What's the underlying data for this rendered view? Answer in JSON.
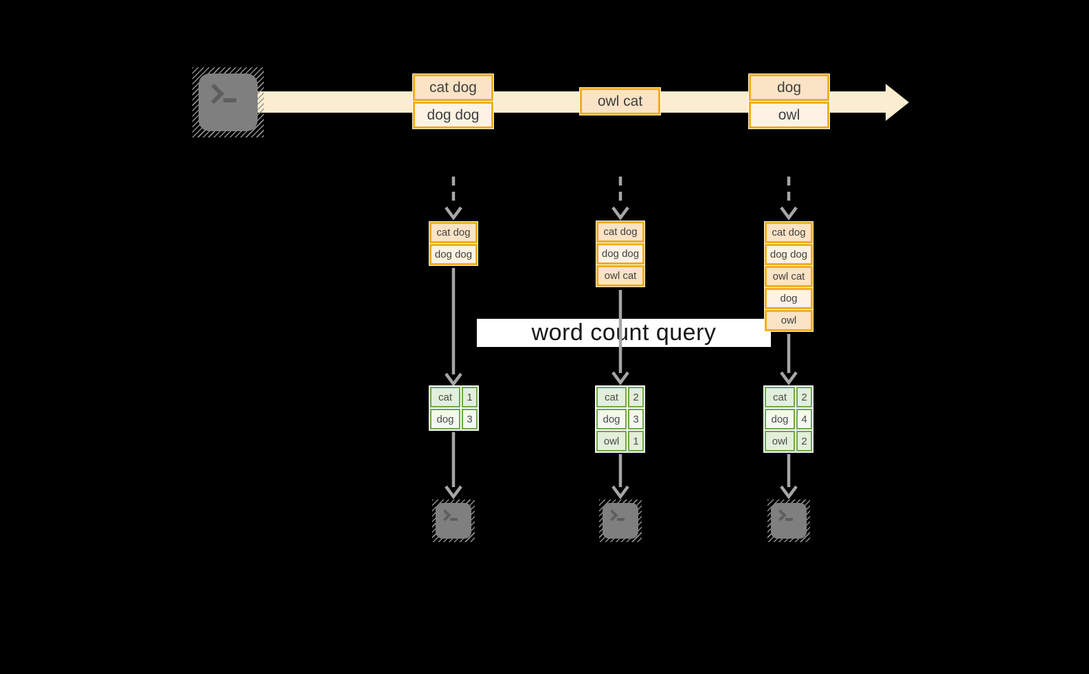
{
  "diagram": {
    "query_label": "word count query",
    "stream_batches": [
      {
        "items": [
          "cat dog",
          "dog dog"
        ]
      },
      {
        "items": [
          "owl cat"
        ]
      },
      {
        "items": [
          "dog",
          "owl"
        ]
      }
    ],
    "columns": [
      {
        "input_rows": [
          "cat dog",
          "dog dog"
        ],
        "counts": [
          {
            "word": "cat",
            "count": "1"
          },
          {
            "word": "dog",
            "count": "3"
          }
        ]
      },
      {
        "input_rows": [
          "cat dog",
          "dog dog",
          "owl cat"
        ],
        "counts": [
          {
            "word": "cat",
            "count": "2"
          },
          {
            "word": "dog",
            "count": "3"
          },
          {
            "word": "owl",
            "count": "1"
          }
        ]
      },
      {
        "input_rows": [
          "cat dog",
          "dog dog",
          "owl cat",
          "dog",
          "owl"
        ],
        "counts": [
          {
            "word": "cat",
            "count": "2"
          },
          {
            "word": "dog",
            "count": "4"
          },
          {
            "word": "owl",
            "count": "2"
          }
        ]
      }
    ],
    "colors": {
      "background": "#000000",
      "timeline_fill": "#FBEED0",
      "box_border": "#EFAE1D",
      "box_fill_dark": "#FBE3C5",
      "box_fill_light": "#FDF2E4",
      "table_border": "#6CA844",
      "table_fill_dark": "#E2EFD9",
      "table_fill_light": "#F3F9EE",
      "arrow_gray": "#A6A6A6",
      "terminal_gray": "#7F7F7F",
      "query_band_bg": "#FFFFFF"
    }
  }
}
